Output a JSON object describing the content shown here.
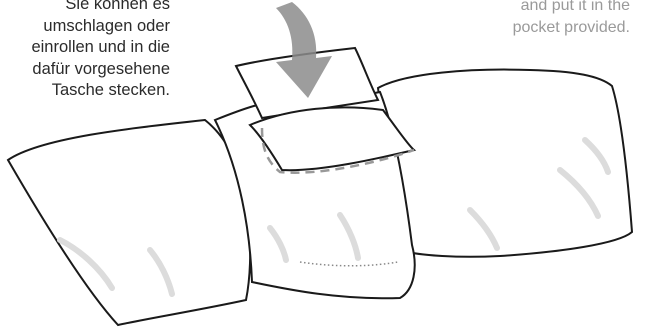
{
  "caption_de": {
    "lines": [
      "Sie können es",
      "umschlagen oder",
      "einrollen und in die",
      "dafür vorgesehene",
      "Tasche stecken."
    ]
  },
  "caption_en": {
    "lines": [
      "and put it in the",
      "pocket provided."
    ]
  },
  "colors": {
    "text_dark": "#2b2b2b",
    "text_light": "#9a9a9a",
    "outline": "#1a1a1a",
    "arrow": "#8c8c8c",
    "dashed_pocket": "#999999",
    "shading": "#dcdcdc"
  },
  "icons": {
    "arrow": "curved-down-arrow-icon"
  }
}
